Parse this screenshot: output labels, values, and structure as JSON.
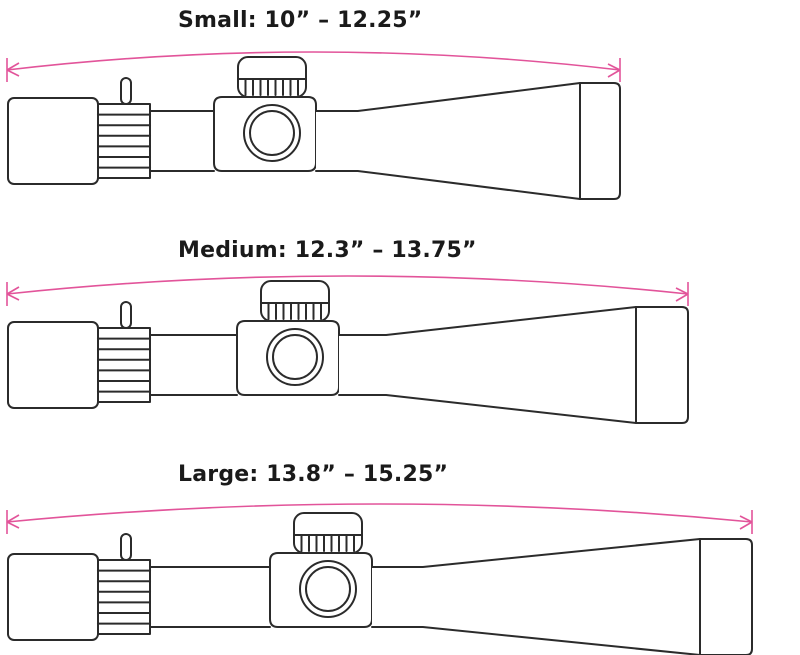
{
  "diagram": {
    "line_color": "#2b2b2b",
    "measure_color": "#e2549a",
    "sizes": [
      {
        "id": "small",
        "label": "Small: 10” – 12.25”"
      },
      {
        "id": "medium",
        "label": "Medium: 12.3” – 13.75”"
      },
      {
        "id": "large",
        "label": "Large: 13.8” – 15.25”"
      }
    ]
  }
}
